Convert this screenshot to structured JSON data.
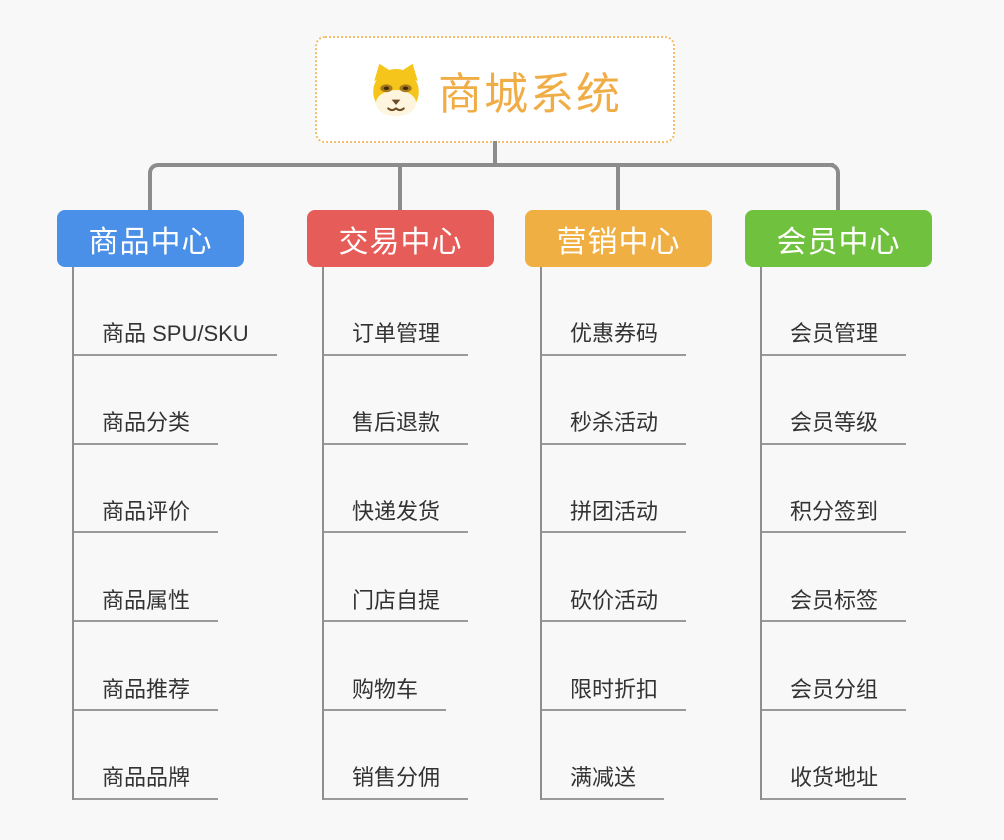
{
  "root": {
    "title": "商城系统",
    "icon": "dog-face-icon",
    "title_color": "#f0ad46",
    "border_color": "#f3bd6b"
  },
  "connector_color": "#8c8c8c",
  "background_color": "#f8f8f8",
  "branches": [
    {
      "label": "商品中心",
      "color": "#4a8fe8",
      "children": [
        {
          "label": "商品 SPU/SKU"
        },
        {
          "label": "商品分类"
        },
        {
          "label": "商品评价"
        },
        {
          "label": "商品属性"
        },
        {
          "label": "商品推荐"
        },
        {
          "label": "商品品牌"
        }
      ]
    },
    {
      "label": "交易中心",
      "color": "#e65c59",
      "children": [
        {
          "label": "订单管理"
        },
        {
          "label": "售后退款"
        },
        {
          "label": "快递发货"
        },
        {
          "label": "门店自提"
        },
        {
          "label": "购物车"
        },
        {
          "label": "销售分佣"
        }
      ]
    },
    {
      "label": "营销中心",
      "color": "#efaf42",
      "children": [
        {
          "label": "优惠券码"
        },
        {
          "label": "秒杀活动"
        },
        {
          "label": "拼团活动"
        },
        {
          "label": "砍价活动"
        },
        {
          "label": "限时折扣"
        },
        {
          "label": "满减送"
        }
      ]
    },
    {
      "label": "会员中心",
      "color": "#70c23e",
      "children": [
        {
          "label": "会员管理"
        },
        {
          "label": "会员等级"
        },
        {
          "label": "积分签到"
        },
        {
          "label": "会员标签"
        },
        {
          "label": "会员分组"
        },
        {
          "label": "收货地址"
        }
      ]
    }
  ]
}
